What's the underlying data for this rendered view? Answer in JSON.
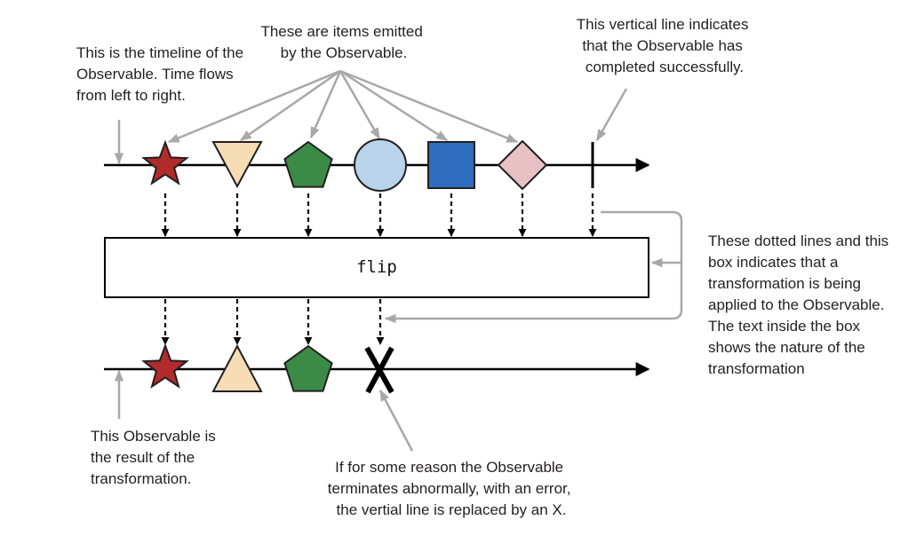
{
  "annotations": {
    "timeline": [
      "This is the timeline of the",
      "Observable. Time flows",
      "from left to right."
    ],
    "items": [
      "These are items emitted",
      "by the Observable."
    ],
    "completed": [
      "This vertical line indicates",
      "that the Observable has",
      "completed successfully."
    ],
    "transform": [
      "These dotted lines and this",
      "box indicates that a",
      "transformation is being",
      "applied to the Observable.",
      "The text inside the box",
      "shows the nature of the",
      "transformation"
    ],
    "result": [
      "This Observable is",
      "the result of the",
      "transformation."
    ],
    "error": [
      "If for some reason the Observable",
      "terminates abnormally, with an error,",
      "the vertial line is replaced by an X."
    ]
  },
  "operator": {
    "label": "flip"
  },
  "colors": {
    "star": "#b22b2b",
    "triangle": "#f6dcb5",
    "pentagon": "#3b8b46",
    "circle": "#b8d3ea",
    "square": "#2f6dbd",
    "diamond": "#e8c1c4",
    "annotation_arrow": "#a8a8a8",
    "line": "#000000"
  },
  "input_items": [
    "star-icon",
    "triangle-down-icon",
    "pentagon-icon",
    "circle-icon",
    "square-icon",
    "diamond-icon"
  ],
  "output_items": [
    "star-icon",
    "triangle-up-icon",
    "pentagon-icon",
    "error-x-icon"
  ]
}
